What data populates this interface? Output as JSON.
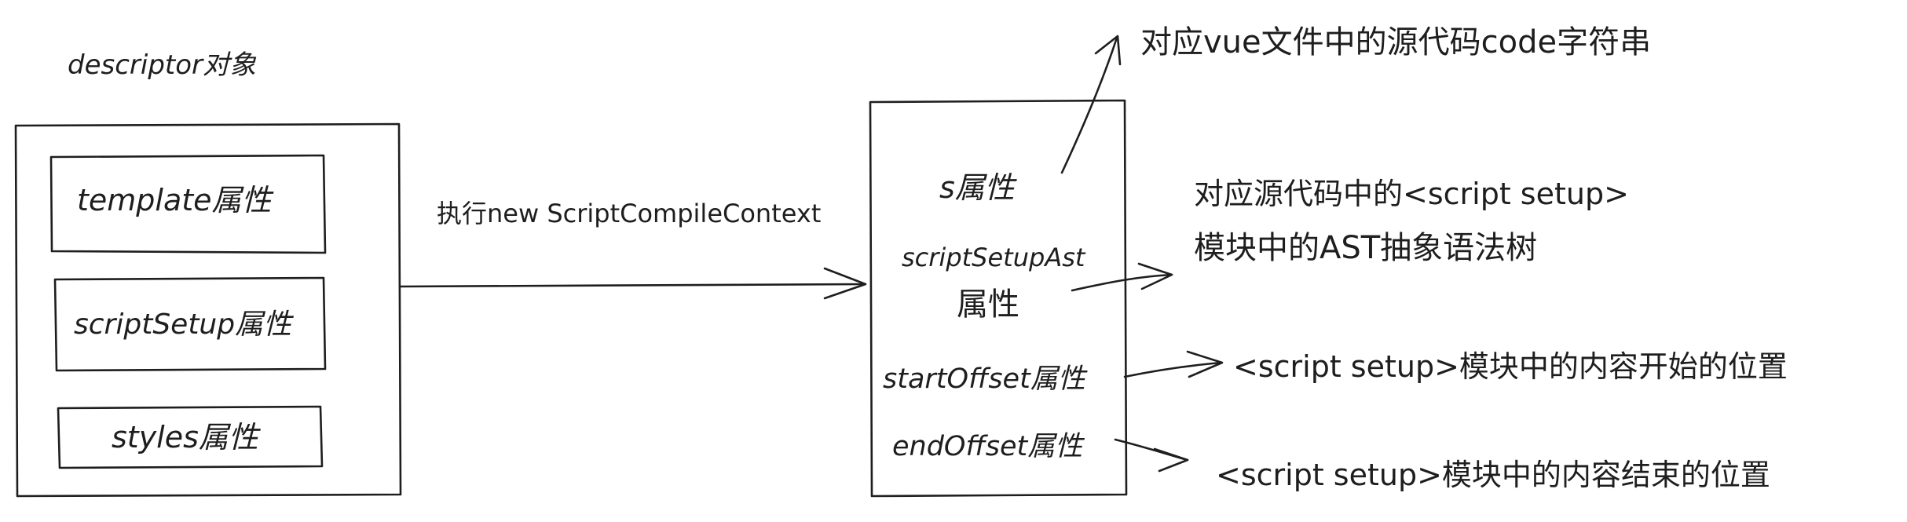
{
  "descriptor_title": "descriptor对象",
  "descriptor_props": {
    "template": "template属性",
    "script_setup": "scriptSetup属性",
    "styles": "styles属性"
  },
  "action_label": "执行new ScriptCompileContext",
  "context_props": {
    "s": "s属性",
    "ast_line1": "scriptSetupAst",
    "ast_line2": "属性",
    "start_offset": "startOffset属性",
    "end_offset": "endOffset属性"
  },
  "notes": {
    "s": "对应vue文件中的源代码code字符串",
    "ast_line1": "对应源代码中的<script setup>",
    "ast_line2": "模块中的AST抽象语法树",
    "start_offset": "<script setup>模块中的内容开始的位置",
    "end_offset": "<script setup>模块中的内容结束的位置"
  }
}
